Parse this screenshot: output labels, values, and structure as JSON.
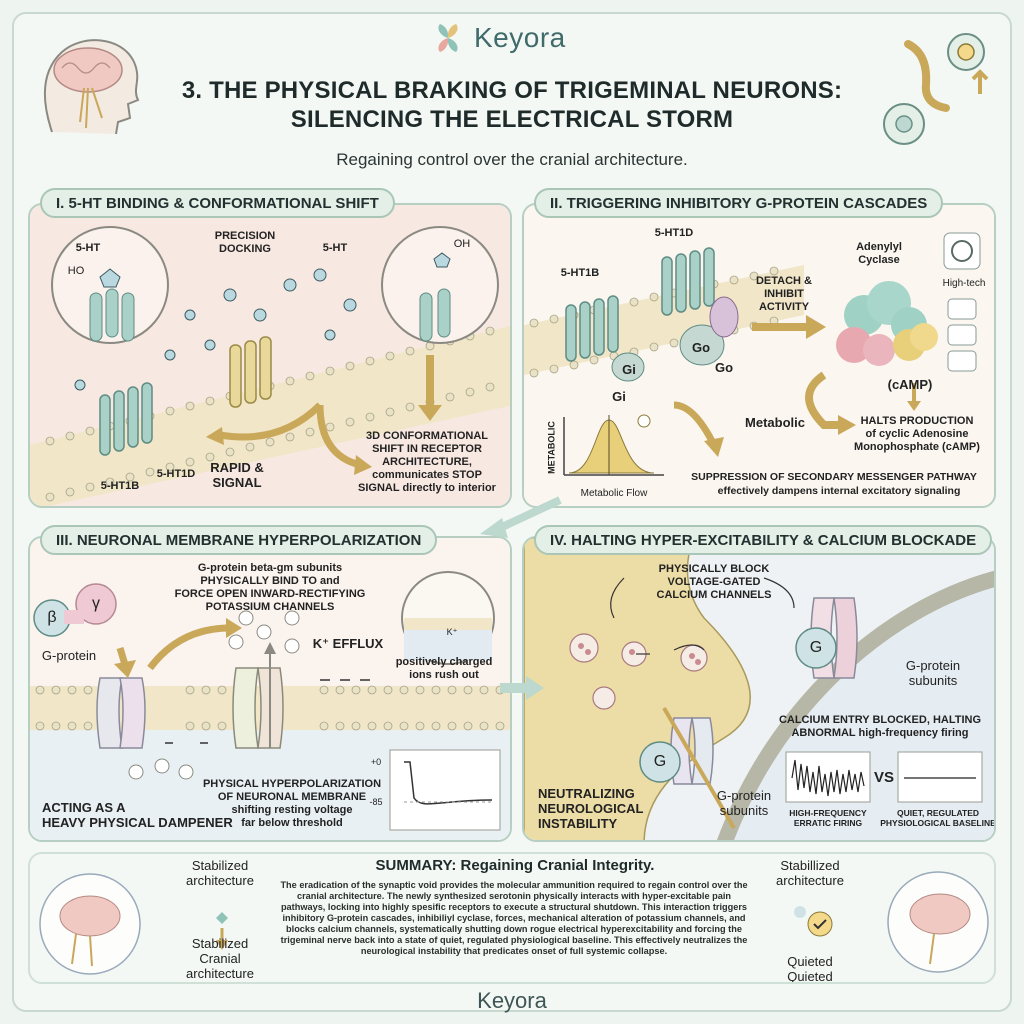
{
  "brand": {
    "logo": "Keyora",
    "footer": "Keyora"
  },
  "title": {
    "line1": "3. THE PHYSICAL BRAKING OF TRIGEMINAL NEURONS:",
    "line2": "SILENCING THE ELECTRICAL STORM"
  },
  "subtitle": "Regaining control over the cranial architecture.",
  "panel1": {
    "title": "I. 5-HT BINDING & CONFORMATIONAL SHIFT",
    "label_5ht_left": "5-HT",
    "label_ho": "HO",
    "label_oh": "OH",
    "label_precision": "PRECISION\nDOCKING",
    "label_5ht_right": "5-HT",
    "label_5ht1b": "5-HT1B",
    "label_5ht1d": "5-HT1D",
    "label_rapid": "RAPID &\nSIGNAL",
    "label_shift": "3D CONFORMATIONAL\nSHIFT IN RECEPTOR\nARCHITECTURE,\ncommunicates STOP\nSIGNAL directly to interior"
  },
  "panel2": {
    "title": "II. TRIGGERING INHIBITORY G-PROTEIN CASCADES",
    "label_5ht1d": "5-HT1D",
    "label_5ht1b": "5-HT1B",
    "label_go": "Go",
    "label_go2": "Go",
    "label_gi": "Gi",
    "label_gi2": "Gi",
    "label_detach": "DETACH &\nINHIBIT\nACTIVITY",
    "label_adenylyl": "Adenylyl\nCyclase",
    "label_hightech": "High-tech",
    "label_camp": "(cAMP)",
    "label_metabolic": "Metabolic",
    "label_halts": "HALTS PRODUCTION\nof cyclic Adenosine\nMonophosphate (cAMP)",
    "chart_ylabel": "METABOLIC",
    "chart_xlabel": "Metabolic Flow",
    "label_suppression": "SUPPRESSION OF SECONDARY MESSENGER PATHWAY",
    "label_suppression2": "effectively dampens internal excitatory signaling"
  },
  "panel3": {
    "title": "III. NEURONAL MEMBRANE HYPERPOLARIZATION",
    "label_beta": "β",
    "label_gamma": "γ",
    "label_gprotein": "G-protein",
    "label_bind": "G-protein beta-gm subunits\nPHYSICALLY BIND TO and\nFORCE OPEN INWARD-RECTIFYING\nPOTASSIUM CHANNELS",
    "label_efflux": "K⁺ EFFLUX",
    "label_ions": "positively charged\nions rush out",
    "label_k": "K⁺",
    "label_hyper": "PHYSICAL HYPERPOLARIZATION\nOF NEURONAL MEMBRANE\nshifting resting voltage\nfar below threshold",
    "label_dampener": "ACTING AS A\nHEAVY PHYSICAL DAMPENER",
    "chart_top": "+0",
    "chart_bottom": "-85"
  },
  "panel4": {
    "title": "IV. HALTING HYPER-EXCITABILITY & CALCIUM BLOCKADE",
    "label_block": "PHYSICALLY BLOCK\nVOLTAGE-GATED\nCALCIUM CHANNELS",
    "label_g": "G",
    "label_gsub1": "G-protein\nsubunits",
    "label_gsub2": "G-protein\nsubunits",
    "label_calcium": "CALCIUM ENTRY BLOCKED, HALTING\nABNORMAL high-frequency firing",
    "label_neutral": "NEUTRALIZING\nNEUROLOGICAL\nINSTABILITY",
    "label_vs": "VS",
    "label_hf": "HIGH-FREQUENCY\nERRATIC FIRING",
    "label_quiet": "QUIET, REGULATED\nPHYSIOLOGICAL BASELINE"
  },
  "summary": {
    "title": "SUMMARY: Regaining Cranial Integrity.",
    "text": "The eradication of the synaptic void provides the molecular ammunition required to regain control over the cranial architecture. The newly synthesized serotonin physically interacts with hyper-excitable pain pathways, locking into highly spesific receptors to execute a structural shutdown. This interaction triggers inhibitory G-protein cascades, inhibiliyl cyclase, forces, mechanical alteration of potassium channels, and blocks calcium channels, systematically shutting down rogue electrical hyperexcitability and forcing the trigeminal nerve back into a state of quiet, regulated physiological baseline. This effectively neutralizes the neurological instability that predicates onset of full systemic collapse.",
    "left_top": "Stabilized\narchitecture",
    "left_bottom": "Stabilized\nCranial\narchitecture",
    "right_top": "Stabillized\narchitecture",
    "right_bottom": "Quieted\nQuieted"
  },
  "colors": {
    "teal": "#8fc3b8",
    "rose": "#f3d9d4",
    "gold": "#d9c382",
    "lavender": "#cfc3dc",
    "membrane": "#efe4c4",
    "panel_bg": "#fbf3ec"
  }
}
